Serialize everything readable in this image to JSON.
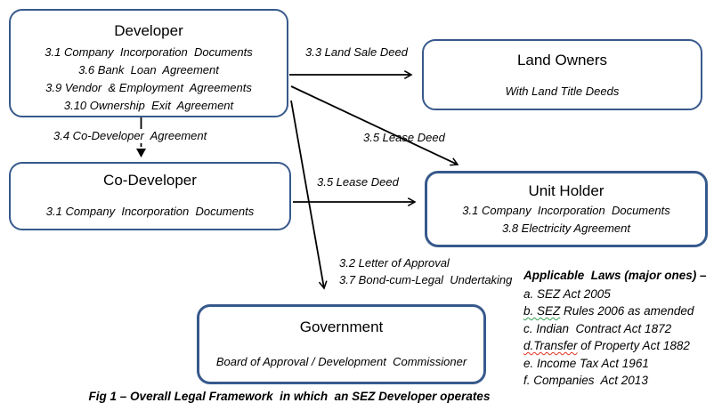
{
  "caption": "Fig 1 – Overall Legal Framework  in which  an SEZ Developer operates",
  "colors": {
    "box_border": "#37598C",
    "arrow": "#000000",
    "wavy_green": "#2FA14B",
    "wavy_red": "#E0301E"
  },
  "boxes": {
    "developer": {
      "title": "Developer",
      "items": [
        "3.1 Company  Incorporation  Documents",
        "3.6 Bank  Loan  Agreement",
        "3.9 Vendor  & Employment  Agreements",
        "3.10 Ownership  Exit  Agreement"
      ]
    },
    "land_owners": {
      "title": "Land Owners",
      "subtitle": "With Land Title Deeds"
    },
    "co_developer": {
      "title": "Co-Developer",
      "items": [
        "3.1 Company  Incorporation  Documents"
      ]
    },
    "unit_holder": {
      "title": "Unit Holder",
      "items": [
        "3.1 Company  Incorporation  Documents",
        "3.8 Electricity Agreement"
      ]
    },
    "government": {
      "title": "Government",
      "subtitle": "Board of Approval / Development  Commissioner"
    }
  },
  "arrows": {
    "land_sale": "3.3 Land Sale Deed",
    "co_developer_agreement": "3.4 Co-Developer  Agreement",
    "lease_deed_diagonal": "3.5 Lease Deed",
    "lease_deed_horizontal": "3.5 Lease Deed",
    "letter_of_approval": "3.2 Letter of Approval",
    "bond_cum_legal": "3.7 Bond-cum-Legal  Undertaking"
  },
  "laws": {
    "heading": "Applicable  Laws (major ones) –",
    "items": [
      {
        "wavy": "",
        "wavy_class": "",
        "rest": "a. SEZ Act 2005"
      },
      {
        "wavy": "b. SEZ",
        "wavy_class": "wavy-green",
        "rest": " Rules 2006 as amended"
      },
      {
        "wavy": "",
        "wavy_class": "",
        "rest": "c. Indian  Contract Act 1872"
      },
      {
        "wavy": "d.Transfer",
        "wavy_class": "wavy-red",
        "rest": " of Property Act 1882"
      },
      {
        "wavy": "",
        "wavy_class": "",
        "rest": "e. Income Tax Act 1961"
      },
      {
        "wavy": "",
        "wavy_class": "",
        "rest": "f. Companies  Act 2013"
      }
    ]
  }
}
